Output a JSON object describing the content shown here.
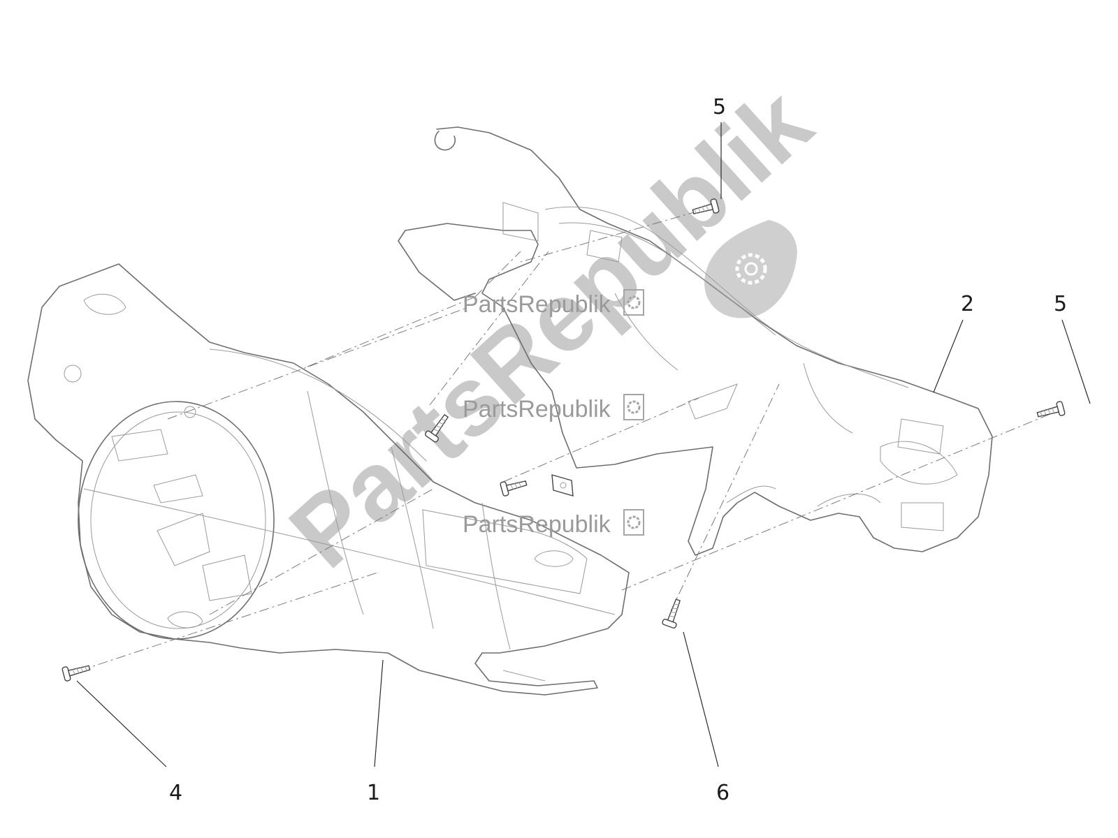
{
  "callouts": [
    {
      "id": "c5a",
      "label": "5"
    },
    {
      "id": "c2",
      "label": "2"
    },
    {
      "id": "c5b",
      "label": "5"
    },
    {
      "id": "c4",
      "label": "4"
    },
    {
      "id": "c1",
      "label": "1"
    },
    {
      "id": "c6",
      "label": "6"
    }
  ],
  "watermark": {
    "small_text": "PartsRepublik",
    "large_text": "PartsRepublik"
  },
  "colors": {
    "line": "#6d6d6d",
    "watermark": "#c9c9c9",
    "text": "#1a1a1a"
  }
}
